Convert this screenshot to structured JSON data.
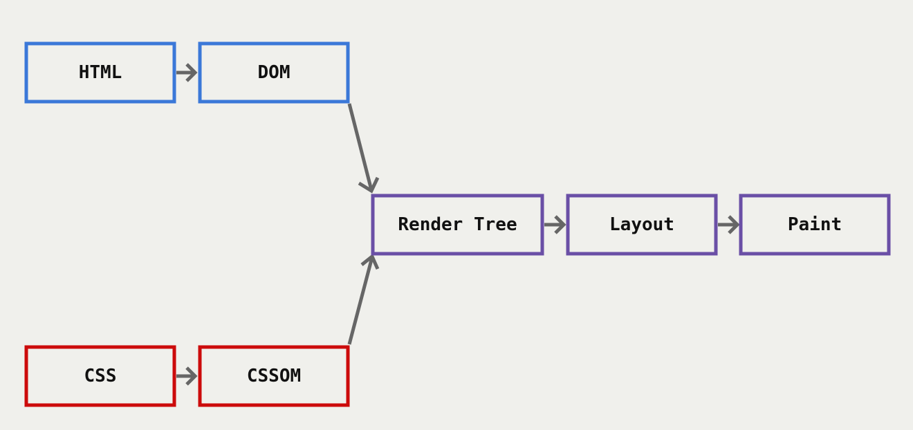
{
  "colors": {
    "background": "#f0f0ec",
    "html_group": "#3b78d8",
    "css_group": "#cc0b0b",
    "render_group": "#6a4fa6",
    "arrow": "#666666",
    "text": "#111111"
  },
  "nodes": {
    "html": {
      "label": "HTML"
    },
    "dom": {
      "label": "DOM"
    },
    "css": {
      "label": "CSS"
    },
    "cssom": {
      "label": "CSSOM"
    },
    "render_tree": {
      "label": "Render Tree"
    },
    "layout": {
      "label": "Layout"
    },
    "paint": {
      "label": "Paint"
    }
  },
  "edges": [
    {
      "from": "html",
      "to": "dom"
    },
    {
      "from": "css",
      "to": "cssom"
    },
    {
      "from": "dom",
      "to": "render_tree"
    },
    {
      "from": "cssom",
      "to": "render_tree"
    },
    {
      "from": "render_tree",
      "to": "layout"
    },
    {
      "from": "layout",
      "to": "paint"
    }
  ]
}
